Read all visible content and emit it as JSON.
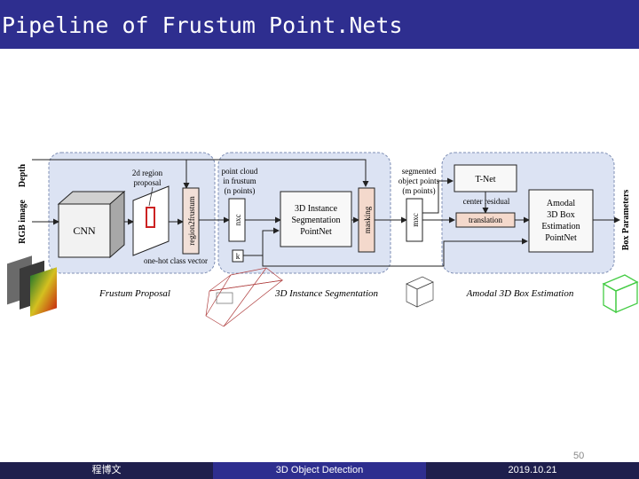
{
  "slide": {
    "title": "Pipeline of Frustum Point.Nets",
    "page_number": "50"
  },
  "footer": {
    "author": "程博文",
    "topic": "3D Object Detection",
    "date": "2019.10.21"
  },
  "diagram": {
    "inputs": {
      "depth": "Depth",
      "rgb": "RGB image"
    },
    "stages": {
      "frustum_proposal": "Frustum Proposal",
      "instance_segmentation": "3D Instance Segmentation",
      "box_estimation": "Amodal 3D Box Estimation"
    },
    "blocks": {
      "cnn": "CNN",
      "region2frustum": "region2frustum",
      "nxc_1": "nxc",
      "k": "k",
      "seg_net": [
        "3D Instance",
        "Segmentation",
        "PointNet"
      ],
      "masking": "masking",
      "mxc": "mxc",
      "tnet": "T-Net",
      "translation": "translation",
      "box_net": [
        "Amodal",
        "3D Box",
        "Estimation",
        "PointNet"
      ]
    },
    "labels": {
      "region_proposal": [
        "2d region",
        "proposal"
      ],
      "point_cloud": [
        "point cloud",
        "in frustum",
        "(n points)"
      ],
      "segmented": [
        "segmented",
        "object points",
        "(m points)"
      ],
      "center_residual": "center residual",
      "one_hot": "one-hot class vector",
      "box_parameters": "Box Parameters"
    },
    "colors": {
      "stage_fill": "#dce3f3",
      "stage_stroke": "#7f8fb5",
      "masking_fill": "#f4d9cc",
      "region_box": "#cc2222"
    }
  }
}
